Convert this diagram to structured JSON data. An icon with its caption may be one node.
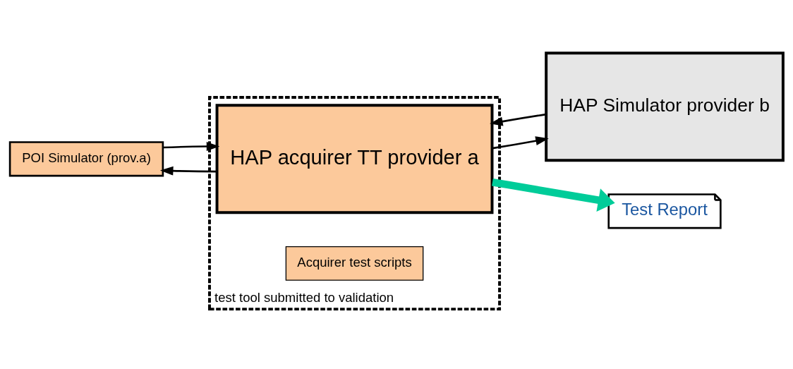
{
  "diagram": {
    "nodes": [
      {
        "text": [
          "POI Simulator (prov.a)"
        ]
      },
      {
        "text": [
          "test tool submitted to validation"
        ]
      },
      {
        "text": [
          "HAP acquirer TT provider a"
        ],
        "in": 1
      },
      {
        "text": [
          "Acquirer test scripts"
        ],
        "in": 1
      },
      {
        "text": [
          "HAP Simulator provider b"
        ]
      },
      {
        "text": [
          "Test Report"
        ]
      }
    ],
    "edges": [
      {
        "from": 0,
        "to": 2,
        "arrow": "to"
      },
      {
        "from": 2,
        "to": 0,
        "arrow": "to"
      },
      {
        "from": 2,
        "to": 4,
        "arrow": "to"
      },
      {
        "from": 4,
        "to": 2,
        "arrow": "to"
      },
      {
        "from": 2,
        "to": 5,
        "arrow": "to",
        "style": "thick",
        "color": "#00cc99"
      }
    ]
  }
}
